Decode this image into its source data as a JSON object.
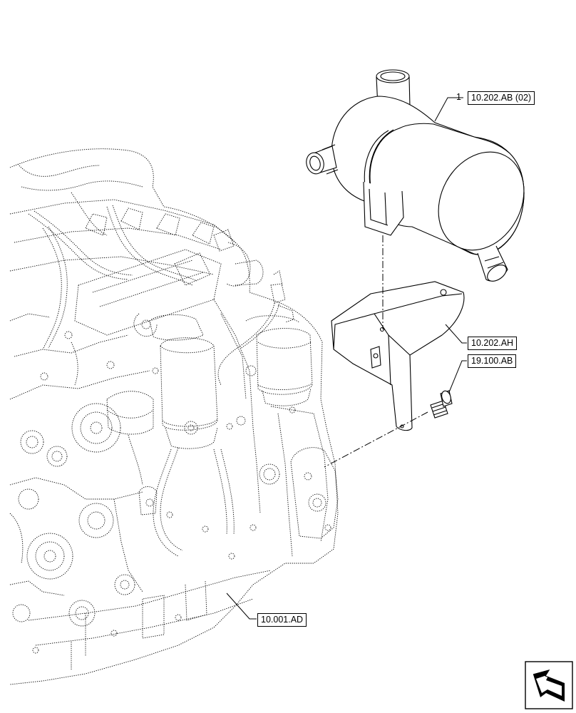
{
  "callouts": {
    "air_filter": {
      "item_number": "1",
      "reference": "10.202.AB (02)"
    },
    "bracket": {
      "reference": "10.202.AH"
    },
    "bolt": {
      "reference": "19.100.AB"
    },
    "engine": {
      "reference": "10.001.AD"
    }
  },
  "icons": {
    "navigation": "view-orientation-arrow-icon"
  }
}
